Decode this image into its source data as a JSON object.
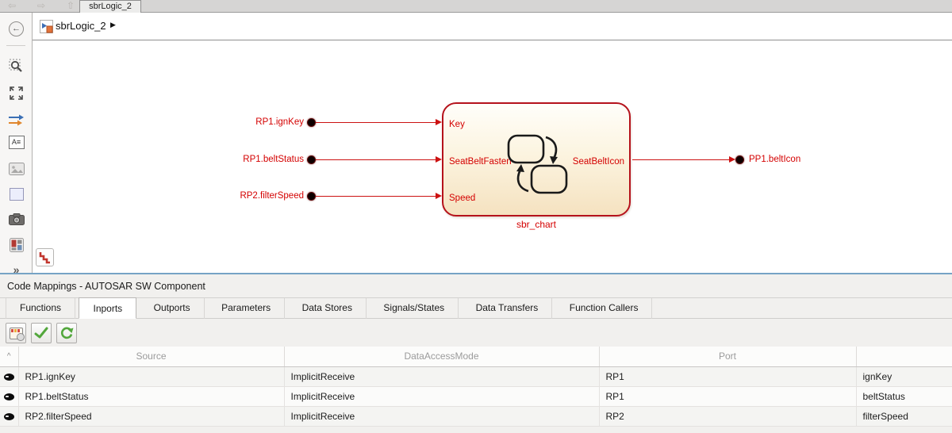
{
  "colors": {
    "accent_red": "#d40000",
    "line_red": "#cc1212",
    "block_border": "#b5121b",
    "block_fill_top": "#fffefa",
    "block_fill_bottom": "#f5e2c0",
    "panel_top_border": "#76a3c5",
    "panel_bg": "#f1f0ee"
  },
  "icons": {
    "nav_back": "⇦",
    "nav_forward": "⇨",
    "nav_up": "⇧",
    "circle_back": "←",
    "breadcrumb_caret": "▶",
    "annotation_glyph": "A≡",
    "more_chevrons": "»",
    "scroll_top": "^"
  },
  "doc_tab": {
    "label": "sbrLogic_2"
  },
  "breadcrumb": {
    "model": "sbrLogic_2"
  },
  "diagram": {
    "chart_label": "sbr_chart",
    "inputs": [
      {
        "source": "RP1.ignKey",
        "port": "Key"
      },
      {
        "source": "RP1.beltStatus",
        "port": "SeatBeltFasten"
      },
      {
        "source": "RP2.filterSpeed",
        "port": "Speed"
      }
    ],
    "output": {
      "dest": "PP1.beltIcon",
      "port": "SeatBeltIcon"
    }
  },
  "code_mappings": {
    "title": "Code Mappings - AUTOSAR SW Component",
    "active_tab": "Inports",
    "tabs": [
      "Functions",
      "Inports",
      "Outports",
      "Parameters",
      "Data Stores",
      "Signals/States",
      "Data Transfers",
      "Function Callers"
    ],
    "columns": {
      "icon": "",
      "source": "Source",
      "mode": "DataAccessMode",
      "port": "Port",
      "element": ""
    },
    "rows": [
      {
        "source": "RP1.ignKey",
        "mode": "ImplicitReceive",
        "port": "RP1",
        "element": "ignKey"
      },
      {
        "source": "RP1.beltStatus",
        "mode": "ImplicitReceive",
        "port": "RP1",
        "element": "beltStatus"
      },
      {
        "source": "RP2.filterSpeed",
        "mode": "ImplicitReceive",
        "port": "RP2",
        "element": "filterSpeed"
      }
    ]
  }
}
